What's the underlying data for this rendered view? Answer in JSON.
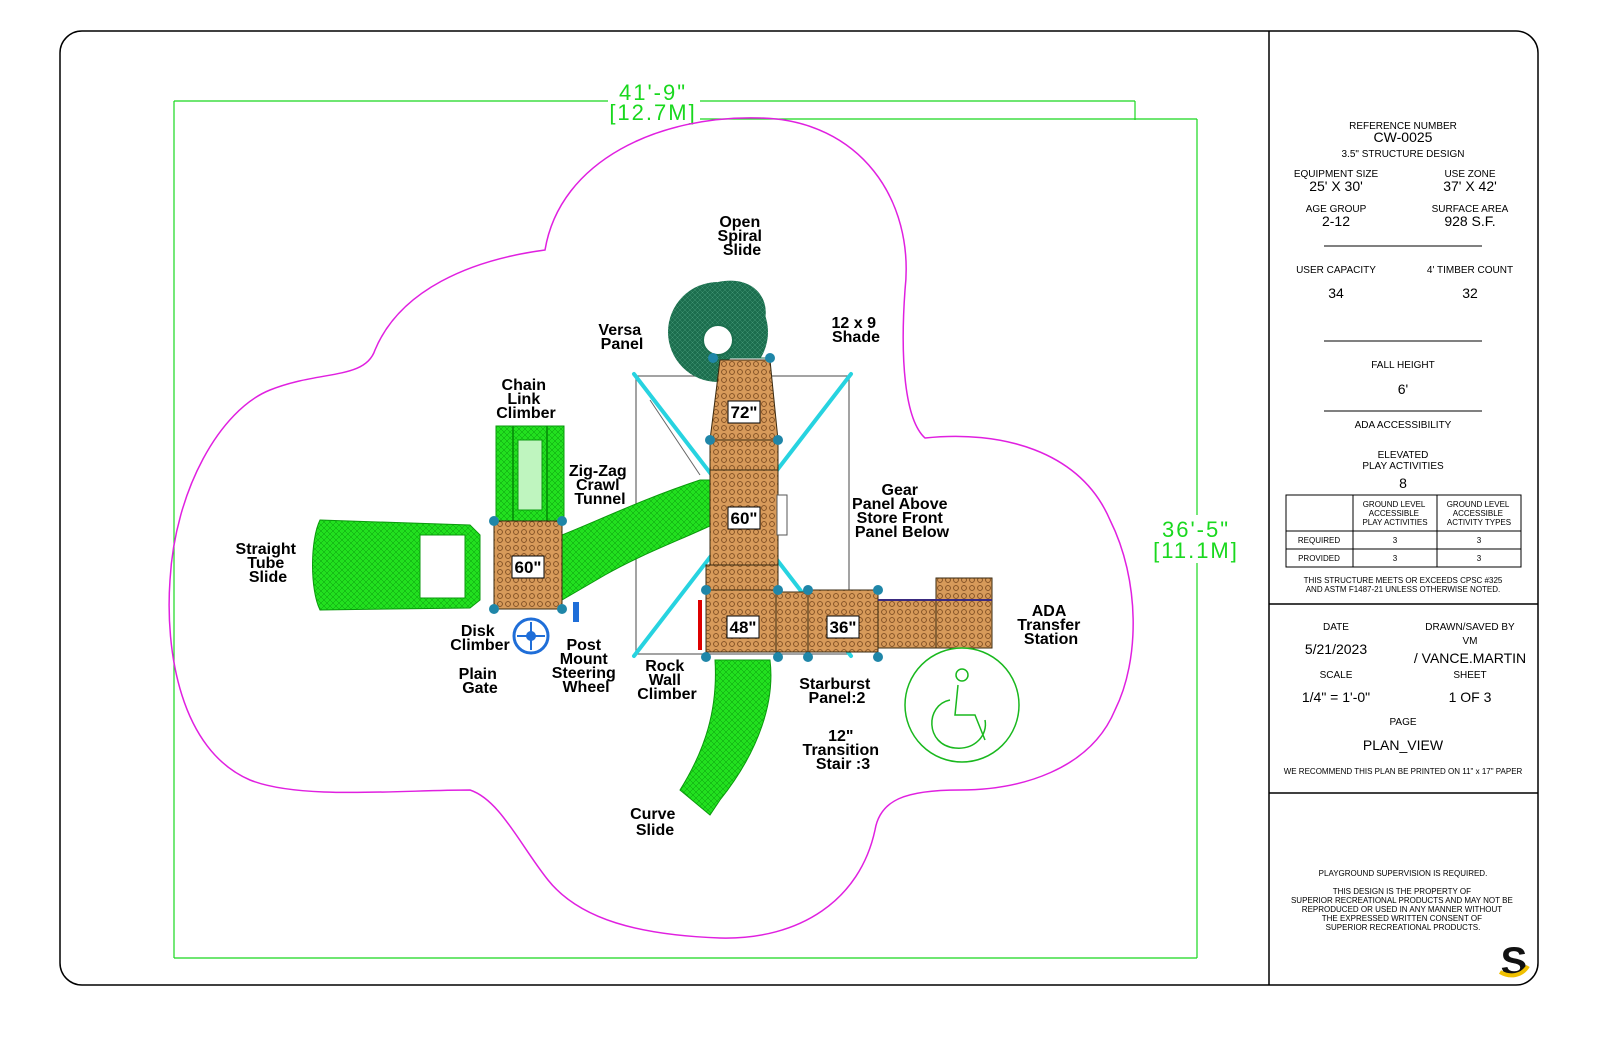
{
  "dimensions": {
    "width_ft": "41'-9\"",
    "width_m": "[12.7M]",
    "height_ft": "36'-5\"",
    "height_m": "[11.1M]"
  },
  "decks": {
    "top": "72\"",
    "center": "60\"",
    "left": "60\"",
    "bottom": "48\"",
    "right": "36\""
  },
  "labels": {
    "open_spiral_slide": [
      "Open",
      "Spiral",
      "Slide"
    ],
    "versa_panel": [
      "Versa",
      "Panel"
    ],
    "shade": [
      "12 x 9",
      "Shade"
    ],
    "chain_link_climber": [
      "Chain",
      "Link",
      "Climber"
    ],
    "zig_zag_tunnel": [
      "Zig-Zag",
      "Crawl",
      "Tunnel"
    ],
    "gear_panel": [
      "Gear",
      "Panel Above",
      "Store Front",
      "Panel Below"
    ],
    "straight_tube_slide": [
      "Straight",
      "Tube",
      "Slide"
    ],
    "disk_climber": [
      "Disk",
      "Climber"
    ],
    "plain_gate": [
      "Plain",
      "Gate"
    ],
    "steering_wheel": [
      "Post",
      "Mount",
      "Steering",
      "Wheel"
    ],
    "rock_wall": [
      "Rock",
      "Wall",
      "Climber"
    ],
    "starburst": [
      "Starburst",
      "Panel:2"
    ],
    "transition_stair": [
      "12\"",
      "Transition",
      "Stair :3"
    ],
    "ada_station": [
      "ADA",
      "Transfer",
      "Station"
    ],
    "curve_slide": [
      "Curve",
      "Slide"
    ]
  },
  "title_block": {
    "reference_label": "REFERENCE NUMBER",
    "reference_value": "CW-0025",
    "design": "3.5\" STRUCTURE DESIGN",
    "equipment_size_label": "EQUIPMENT SIZE",
    "equipment_size_value": "25' X 30'",
    "use_zone_label": "USE ZONE",
    "use_zone_value": "37' X 42'",
    "age_group_label": "AGE GROUP",
    "age_group_value": "2-12",
    "surface_area_label": "SURFACE AREA",
    "surface_area_value": "928 S.F.",
    "user_capacity_label": "USER CAPACITY",
    "user_capacity_value": "34",
    "timber_count_label": "4' TIMBER COUNT",
    "timber_count_value": "32",
    "fall_height_label": "FALL HEIGHT",
    "fall_height_value": "6'",
    "ada_label": "ADA ACCESSIBILITY",
    "elevated_label_1": "ELEVATED",
    "elevated_label_2": "PLAY ACTIVITIES",
    "elevated_value": "8",
    "table": {
      "col1": [
        "GROUND LEVEL",
        "ACCESSIBLE",
        "PLAY ACTIVITIES"
      ],
      "col2": [
        "GROUND LEVEL",
        "ACCESSIBLE",
        "ACTIVITY TYPES"
      ],
      "rows": [
        {
          "label": "REQUIRED",
          "a": "3",
          "b": "3"
        },
        {
          "label": "PROVIDED",
          "a": "3",
          "b": "3"
        }
      ]
    },
    "compliance_1": "THIS STRUCTURE MEETS OR EXCEEDS CPSC #325",
    "compliance_2": "AND ASTM F1487-21 UNLESS OTHERWISE NOTED.",
    "date_label": "DATE",
    "date_value": "5/21/2023",
    "drawn_label": "DRAWN/SAVED BY",
    "drawn_value_1": "VM",
    "drawn_value_2": "/ VANCE.MARTIN",
    "scale_label": "SCALE",
    "scale_value": "1/4\" = 1'-0\"",
    "sheet_label": "SHEET",
    "sheet_value": "1 OF 3",
    "page_label": "PAGE",
    "page_value": "PLAN_VIEW",
    "print_note": "WE RECOMMEND THIS PLAN BE PRINTED ON 11\" x 17\" PAPER",
    "supervision": "PLAYGROUND SUPERVISION IS REQUIRED.",
    "property_lines": [
      "THIS DESIGN IS THE PROPERTY OF",
      "SUPERIOR RECREATIONAL PRODUCTS AND MAY NOT BE",
      "REPRODUCED OR USED IN ANY MANNER WITHOUT",
      "THE EXPRESSED WRITTEN CONSENT OF",
      "SUPERIOR RECREATIONAL PRODUCTS."
    ],
    "logo": "S"
  },
  "colors": {
    "zone": "#e020e0",
    "slide": "#22e01f",
    "deck": "#d79a5a",
    "deck_dot": "#7a4a20",
    "shade": "#27d3e0",
    "post": "#1f86a8",
    "spiral": "#1c6e4e",
    "ada": "#19b81e"
  }
}
